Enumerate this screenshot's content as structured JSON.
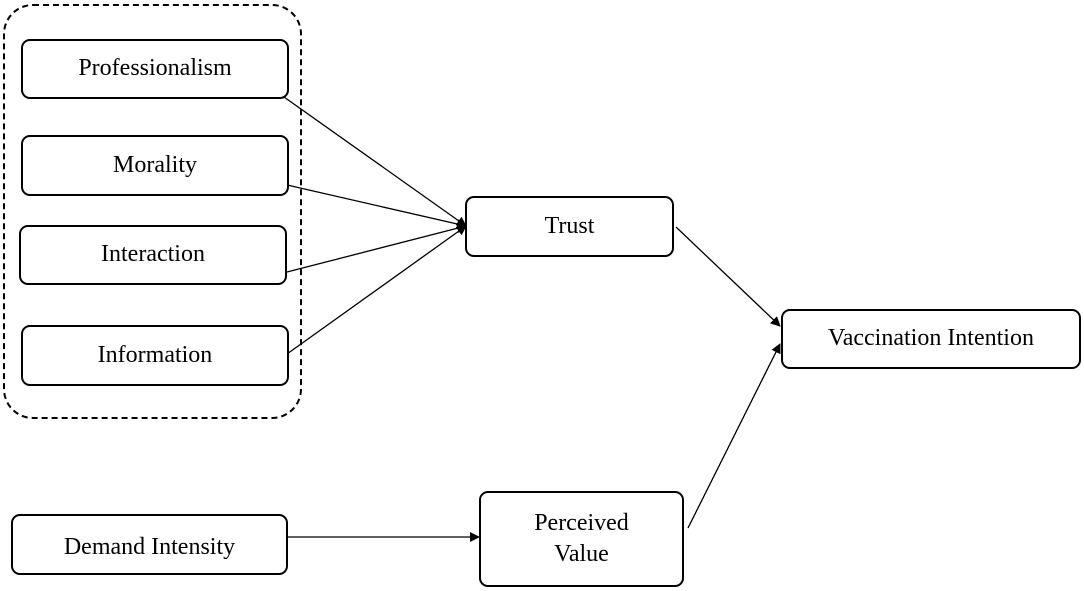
{
  "diagram": {
    "nodes": {
      "professionalism": "Professionalism",
      "morality": "Morality",
      "interaction": "Interaction",
      "information": "Information",
      "trust": "Trust",
      "vaccination_intention": "Vaccination Intention",
      "demand_intensity": "Demand Intensity",
      "perceived_value_line1": "Perceived",
      "perceived_value_line2": "Value"
    },
    "edges": [
      {
        "from": "professionalism",
        "to": "trust"
      },
      {
        "from": "morality",
        "to": "trust"
      },
      {
        "from": "interaction",
        "to": "trust"
      },
      {
        "from": "information",
        "to": "trust"
      },
      {
        "from": "trust",
        "to": "vaccination_intention"
      },
      {
        "from": "demand_intensity",
        "to": "perceived_value"
      },
      {
        "from": "perceived_value",
        "to": "vaccination_intention"
      }
    ]
  },
  "colors": {
    "stroke": "#000000",
    "background": "#ffffff"
  }
}
